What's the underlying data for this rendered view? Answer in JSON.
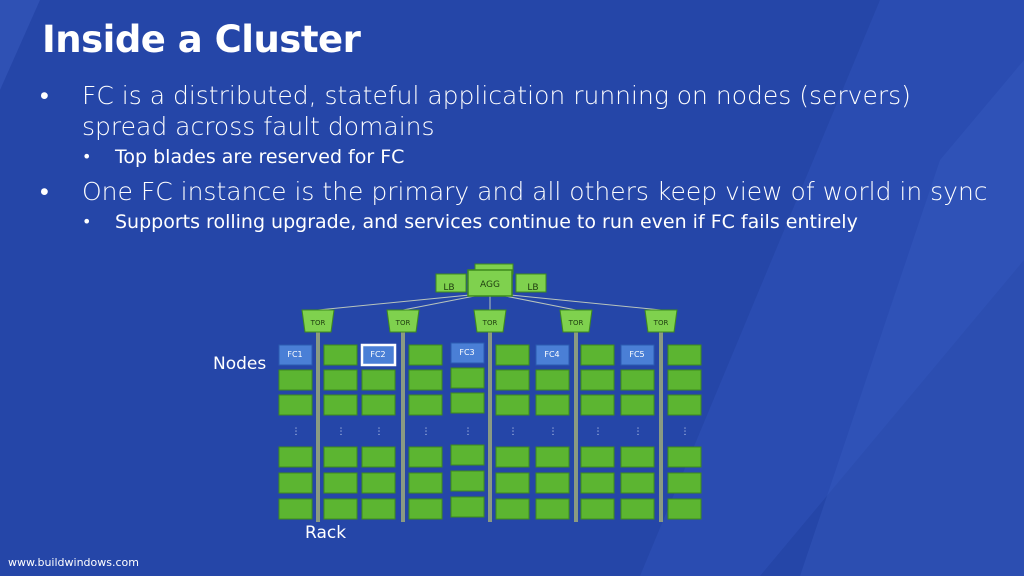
{
  "slide": {
    "title": "Inside a Cluster",
    "footer": "www.buildwindows.com"
  },
  "bullets": [
    {
      "text": "FC is a distributed, stateful application running on nodes (servers) spread across fault domains",
      "sub": [
        "Top blades are reserved for FC"
      ]
    },
    {
      "text": "One FC instance is the primary and all others keep view of world in sync",
      "sub": [
        "Supports rolling upgrade, and services continue to run even if FC fails entirely"
      ]
    }
  ],
  "diagram": {
    "agg_label": "AGG",
    "lb_label": "LB",
    "tor_label": "TOR",
    "nodes_label": "Nodes",
    "rack_label": "Rack",
    "fc_labels": [
      "FC1",
      "FC2",
      "FC3",
      "FC4",
      "FC5"
    ],
    "ellipsis": "⋮",
    "colors": {
      "node_fill": "#5cb531",
      "node_stroke": "#3e8a1c",
      "fc_fill": "#4a7fd6",
      "rack_bar": "#8a9a82",
      "tor_fill": "#7fd14e",
      "wire": "#b8c4bc"
    }
  }
}
